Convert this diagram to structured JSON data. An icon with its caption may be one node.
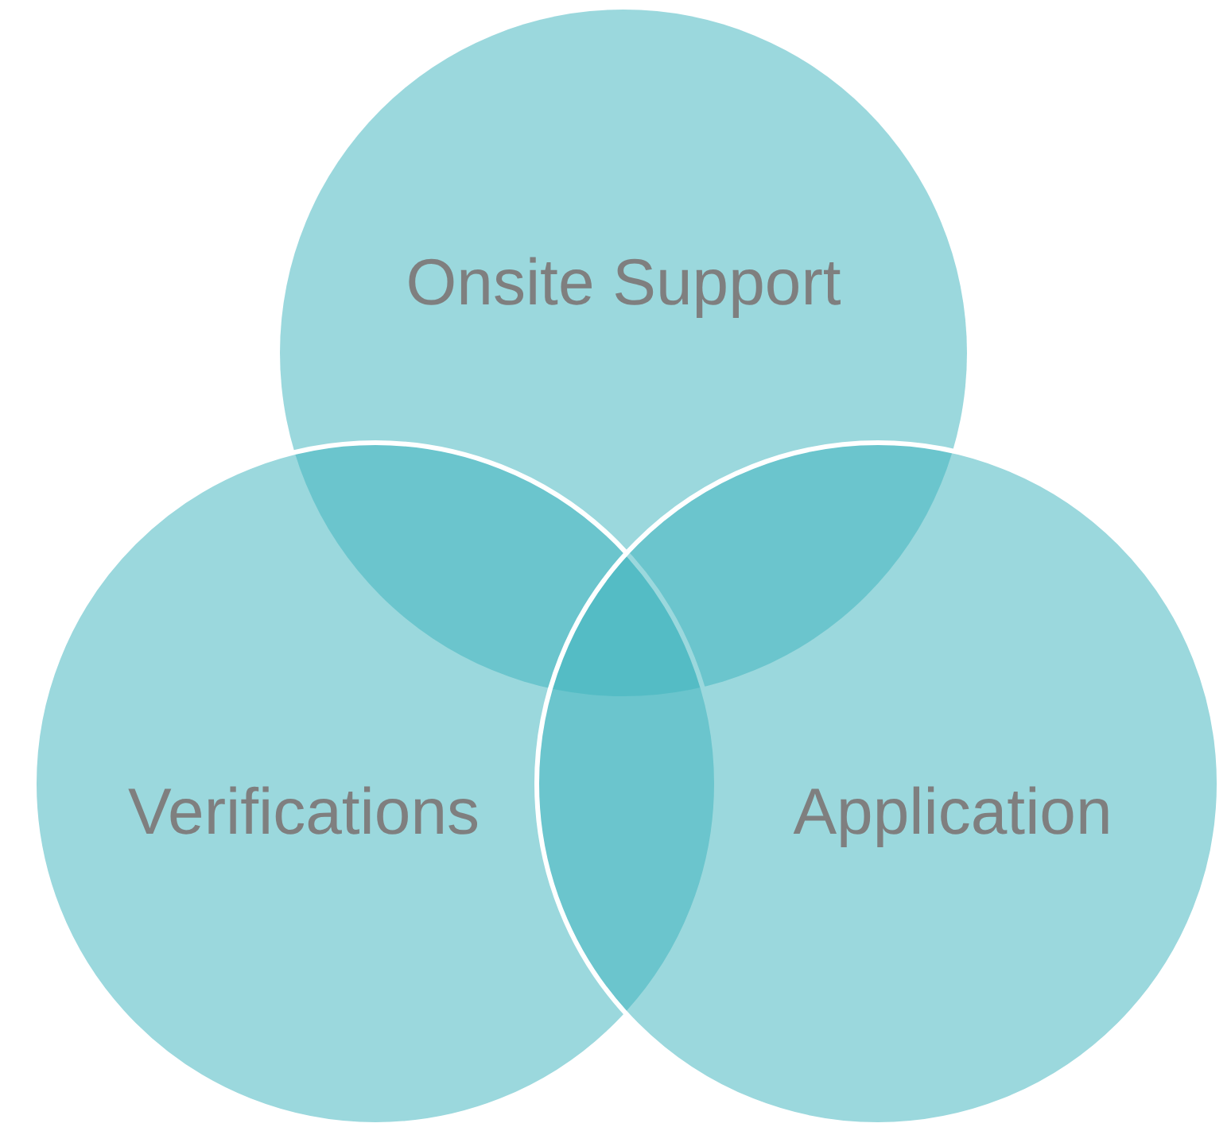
{
  "diagram": {
    "nodes": [
      {
        "text": [
          "Onsite Support"
        ]
      },
      {
        "text": [
          "Verifications"
        ]
      },
      {
        "text": [
          "Application"
        ]
      }
    ]
  }
}
